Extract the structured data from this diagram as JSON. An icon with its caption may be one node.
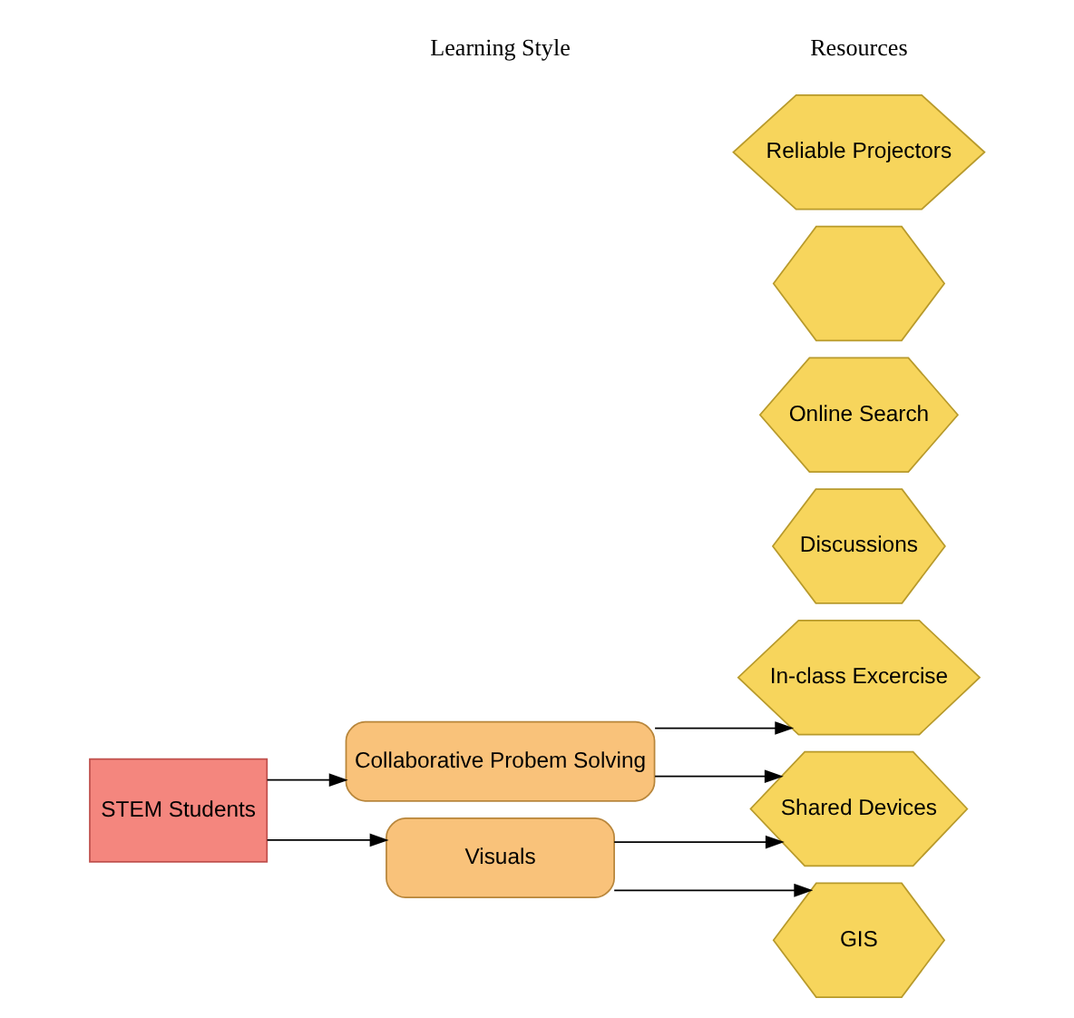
{
  "diagram": {
    "nodes": [
      {
        "text": [
          "STEM Students"
        ]
      },
      {
        "text": [
          "Collaborative Probem Solving"
        ]
      },
      {
        "text": [
          "Visuals"
        ]
      },
      {
        "text": [
          "Discussions"
        ]
      },
      {
        "text": [
          "Online Search"
        ]
      },
      {
        "text": [
          "In-class Excercise"
        ]
      },
      {
        "text": [
          "Shared Devices"
        ]
      },
      {
        "text": [],
        "shape": "hexagon"
      },
      {
        "text": [
          "Reliable Projectors"
        ]
      },
      {
        "text": [
          "GIS"
        ]
      }
    ],
    "edges": [
      {
        "from": 0,
        "to": 1,
        "arrow": "to"
      },
      {
        "from": 0,
        "to": 2,
        "arrow": "to"
      },
      {
        "from": 1,
        "to": 5,
        "arrow": "to"
      },
      {
        "from": 1,
        "to": 6,
        "arrow": "to"
      },
      {
        "from": 2,
        "to": 6,
        "arrow": "to"
      },
      {
        "from": 2,
        "to": 9,
        "arrow": "to"
      }
    ],
    "labels": [
      "Learning Style",
      "Resources"
    ]
  }
}
